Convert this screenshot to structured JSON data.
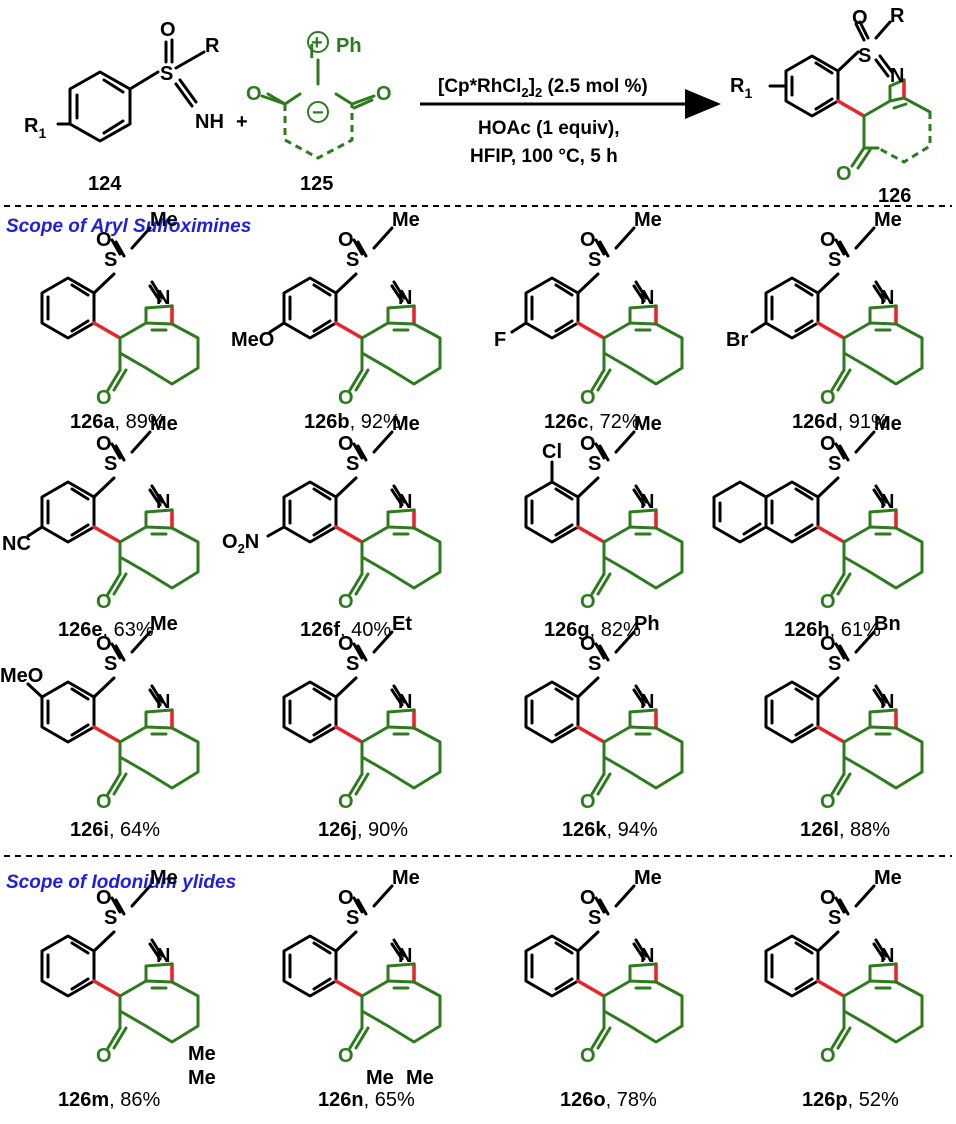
{
  "scheme": {
    "reactant1_label": "124",
    "reactant2_label": "125",
    "product_label": "126",
    "plus": "+",
    "cond_catalyst_a": "[Cp*RhCl",
    "cond_catalyst_sub": "2",
    "cond_catalyst_b": "]",
    "cond_catalyst_sub2": "2",
    "cond_catalyst_c": " (2.5 mol %)",
    "cond_line2": "HOAc (1 equiv),",
    "cond_line3": "HFIP, 100 °C, 5 h",
    "r1": "R",
    "r1_sub": "1",
    "r": "R",
    "ph": "Ph",
    "nh": "NH"
  },
  "sections": {
    "aryl": "Scope of Aryl Sulfoximines",
    "ylides": "Scope of Iodonium ylides"
  },
  "compounds": [
    {
      "id": "126a",
      "yield": ", 89%",
      "sub": "Me",
      "ring": ""
    },
    {
      "id": "126b",
      "yield": ", 92%",
      "sub": "Me",
      "ring": "MeO"
    },
    {
      "id": "126c",
      "yield": ", 72%",
      "sub": "Me",
      "ring": "F"
    },
    {
      "id": "126d",
      "yield": ", 91%",
      "sub": "Me",
      "ring": "Br"
    },
    {
      "id": "126e",
      "yield": ", 63%",
      "sub": "Me",
      "ring": "NC"
    },
    {
      "id": "126f",
      "yield": ", 40%",
      "sub": "Me",
      "ring": "O"
    },
    {
      "id": "126g",
      "yield": ", 82%",
      "sub": "Me",
      "ring": "Cl"
    },
    {
      "id": "126h",
      "yield": ", 61%",
      "sub": "Me",
      "ring": ""
    },
    {
      "id": "126i",
      "yield": ", 64%",
      "sub": "Me",
      "ring": "MeO"
    },
    {
      "id": "126j",
      "yield": ", 90%",
      "sub": "Et",
      "ring": ""
    },
    {
      "id": "126k",
      "yield": ", 94%",
      "sub": "Ph",
      "ring": ""
    },
    {
      "id": "126l",
      "yield": ", 88%",
      "sub": "Bn",
      "ring": ""
    },
    {
      "id": "126m",
      "yield": ", 86%",
      "sub": "Me",
      "ring": ""
    },
    {
      "id": "126n",
      "yield": ", 65%",
      "sub": "Me",
      "ring": ""
    },
    {
      "id": "126o",
      "yield": ", 78%",
      "sub": "Me",
      "ring": ""
    },
    {
      "id": "126p",
      "yield": ", 52%",
      "sub": "Me",
      "ring": ""
    }
  ],
  "atoms": {
    "O": "O",
    "S": "S",
    "N": "N",
    "Me": "Me",
    "NO2_sub": "2",
    "I": "I"
  },
  "colors": {
    "product_green": "#2e7a1e",
    "bond_red": "#e8252a",
    "section_blue": "#1f1fe0"
  }
}
